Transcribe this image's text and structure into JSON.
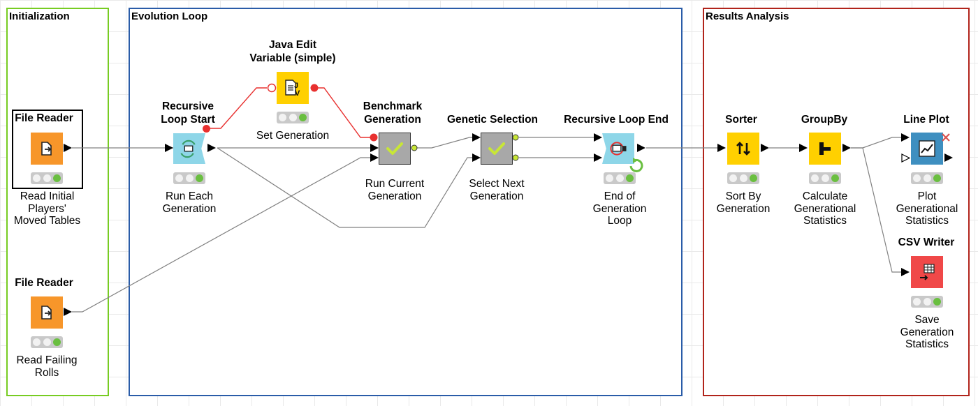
{
  "groups": {
    "initialization": {
      "title": "Initialization",
      "color": "#77cc22"
    },
    "evolution": {
      "title": "Evolution Loop",
      "color": "#2a5ca8"
    },
    "results": {
      "title": "Results Analysis",
      "color": "#b1241b"
    }
  },
  "nodes": {
    "file_reader_1": {
      "title": "File Reader",
      "desc": [
        "Read Initial",
        "Players'",
        "Moved Tables"
      ],
      "icon": "file-reader-icon",
      "color": "#f7962a"
    },
    "file_reader_2": {
      "title": "File Reader",
      "desc": [
        "Read Failing",
        "Rolls"
      ],
      "icon": "file-reader-icon",
      "color": "#f7962a"
    },
    "loop_start": {
      "title": [
        "Recursive",
        "Loop Start"
      ],
      "desc": [
        "Run Each",
        "Generation"
      ],
      "icon": "loop-start-icon",
      "color": "#8ed6e8"
    },
    "java_edit": {
      "title": [
        "Java Edit",
        "Variable (simple)"
      ],
      "desc": [
        "Set Generation"
      ],
      "icon": "java-icon",
      "color": "#ffd000"
    },
    "benchmark": {
      "title": [
        "Benchmark",
        "Generation"
      ],
      "desc": [
        "Run Current",
        "Generation"
      ],
      "icon": "checkmark-icon",
      "color": "#a8a8a8"
    },
    "selection": {
      "title": "Genetic Selection",
      "desc": [
        "Select Next",
        "Generation"
      ],
      "icon": "checkmark-icon",
      "color": "#a8a8a8"
    },
    "loop_end": {
      "title": "Recursive Loop End",
      "desc": [
        "End of",
        "Generation",
        "Loop"
      ],
      "icon": "loop-end-icon",
      "color": "#8ed6e8"
    },
    "sorter": {
      "title": "Sorter",
      "desc": [
        "Sort By",
        "Generation"
      ],
      "icon": "sort-icon",
      "color": "#ffd000"
    },
    "groupby": {
      "title": "GroupBy",
      "desc": [
        "Calculate",
        "Generational",
        "Statistics"
      ],
      "icon": "groupby-icon",
      "color": "#ffd000"
    },
    "line_plot": {
      "title": "Line Plot",
      "desc": [
        "Plot",
        "Generational",
        "Statistics"
      ],
      "icon": "line-plot-icon",
      "color": "#3e8fc0"
    },
    "csv_writer": {
      "title": "CSV Writer",
      "desc": [
        "Save",
        "Generation",
        "Statistics"
      ],
      "icon": "csv-writer-icon",
      "color": "#f04848"
    }
  },
  "colors": {
    "data_wire": "#808080",
    "variable_wire": "#e8302f",
    "variable_port": "#e8302f",
    "status_ok": "#6abf40"
  }
}
